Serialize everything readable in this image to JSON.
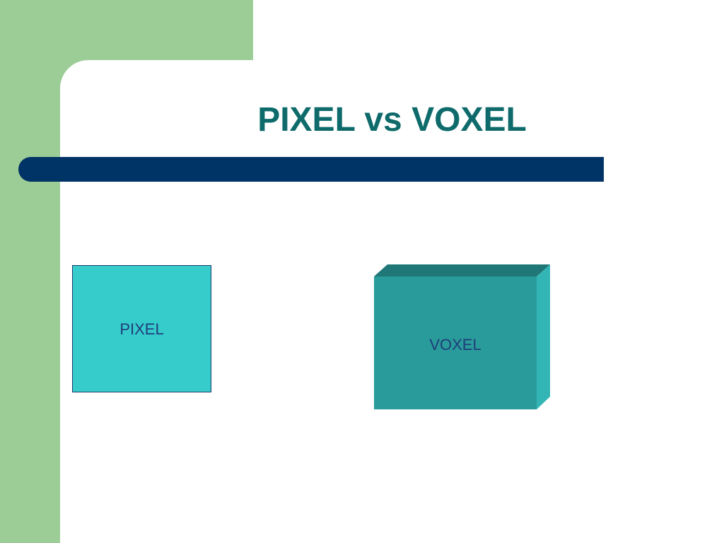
{
  "slide": {
    "title": "PIXEL vs VOXEL"
  },
  "shapes": {
    "pixel_label": "PIXEL",
    "voxel_label": "VOXEL"
  },
  "colors": {
    "sidebar_green": "#9dcd96",
    "title_text": "#0f6b6b",
    "title_bar": "#003366",
    "pixel_fill": "#36cccc",
    "voxel_front": "#2a9b9b",
    "voxel_top": "#1f7777",
    "voxel_side": "#33b5b5",
    "label_text": "#1f3e7a"
  }
}
